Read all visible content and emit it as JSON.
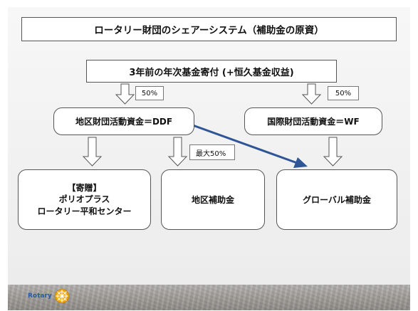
{
  "title": "ロータリー財団のシェアーシステム（補助金の原資）",
  "source": "3年前の年次基金寄付 (+恒久基金収益)",
  "percent_left": "50%",
  "percent_right": "50%",
  "ddf": "地区財団活動資金＝DDF",
  "wf": "国際財団活動資金＝WF",
  "max_percent": "最大50%",
  "donation_lines": [
    "【寄贈】",
    "ポリオプラス",
    "ロータリー平和センター"
  ],
  "district_grant": "地区補助金",
  "global_grant": "グローバル補助金",
  "logo_text": "Rotary",
  "colors": {
    "arrow_blue": "#2f5597",
    "logo_blue": "#2a5aa8",
    "logo_gold": "#f2a900"
  }
}
